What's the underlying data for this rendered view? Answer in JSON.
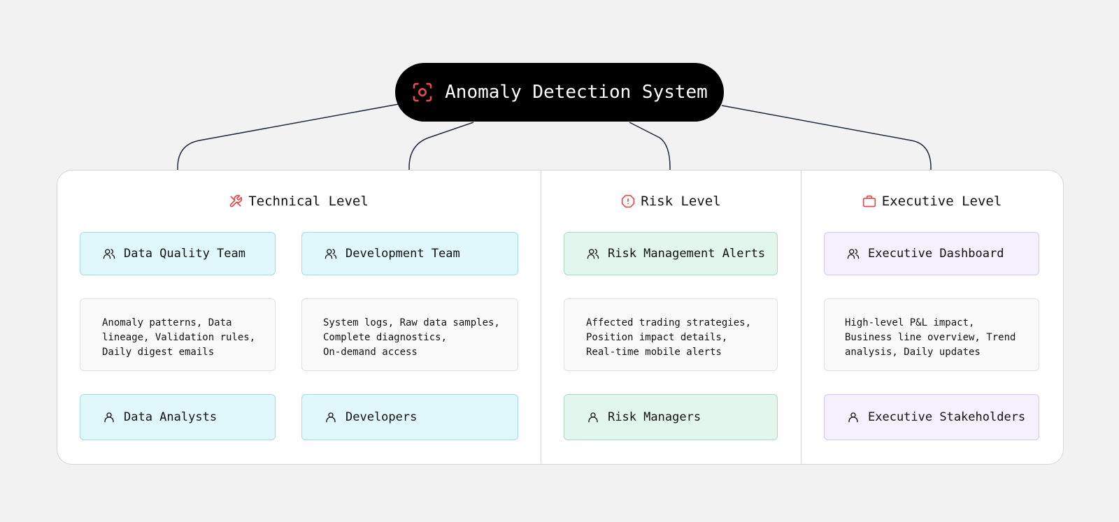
{
  "root": {
    "title": "Anomaly Detection System",
    "icon": "focus-target-icon",
    "icon_color": "#e5484d"
  },
  "levels": [
    {
      "title": "Technical Level",
      "icon": "tools-icon",
      "columns": [
        {
          "team": "Data Quality Team",
          "info": "Anomaly patterns, Data\nlineage, Validation rules,\nDaily digest emails",
          "audience": "Data Analysts"
        },
        {
          "team": "Development Team",
          "info": "System logs, Raw data samples,\nComplete diagnostics,\nOn-demand access",
          "audience": "Developers"
        }
      ]
    },
    {
      "title": "Risk Level",
      "icon": "alert-hexagon-icon",
      "columns": [
        {
          "team": "Risk Management Alerts",
          "info": "Affected trading strategies,\nPosition impact details,\nReal-time mobile alerts",
          "audience": "Risk Managers"
        }
      ]
    },
    {
      "title": "Executive Level",
      "icon": "briefcase-icon",
      "columns": [
        {
          "team": "Executive Dashboard",
          "info": "High-level P&L impact,\nBusiness line overview, Trend\nanalysis, Daily updates",
          "audience": "Executive Stakeholders"
        }
      ]
    }
  ],
  "colors": {
    "accent_red": "#e5484d",
    "technical_fill": "#e0f8fc",
    "risk_fill": "#e2f6ee",
    "executive_fill": "#f4f0fd",
    "connector": "#1e293b"
  }
}
